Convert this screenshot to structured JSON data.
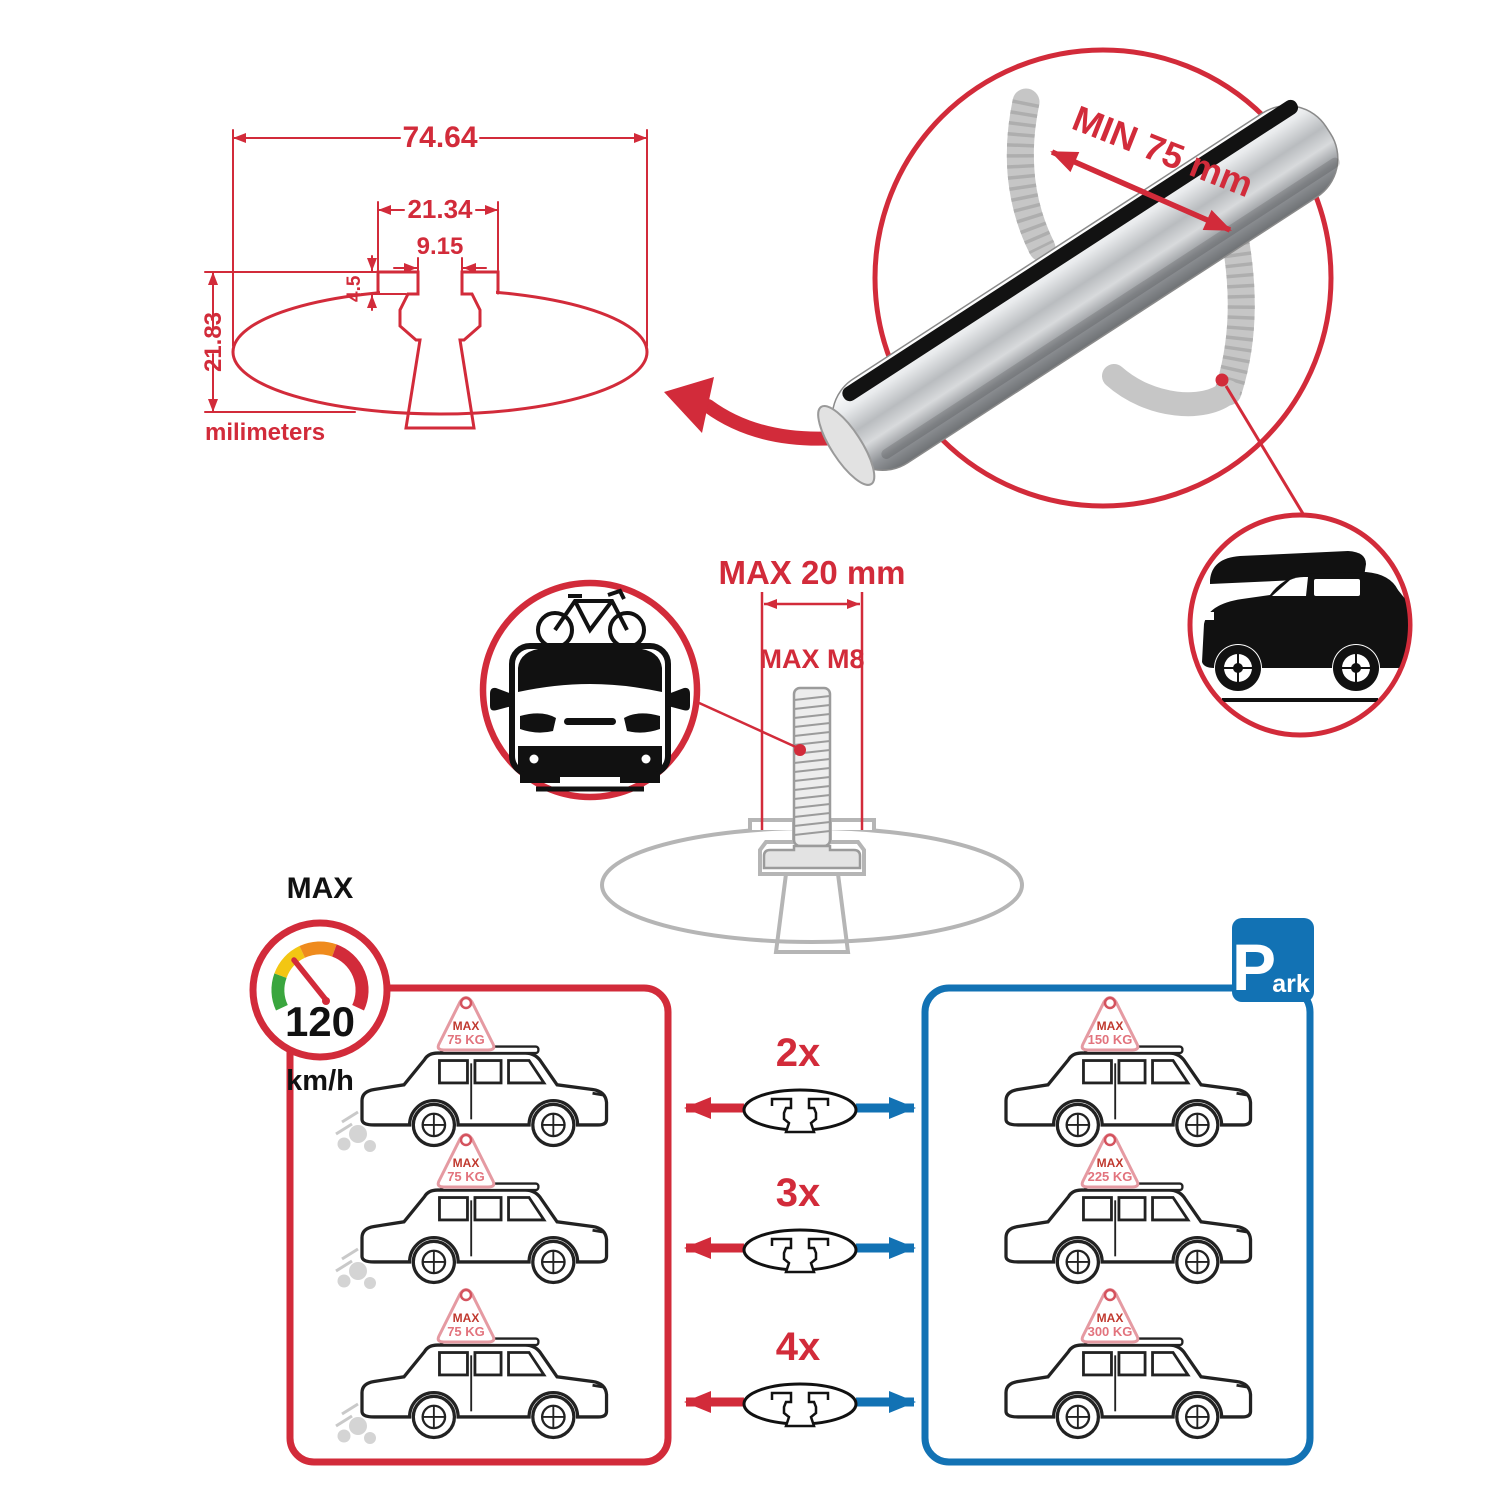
{
  "colors": {
    "red": "#d22b3a",
    "blue": "#1272b4",
    "grey": "#b5b5b5",
    "black": "#1a1a1a"
  },
  "tech_drawing": {
    "dim_total_width": "74.64",
    "dim_channel_width": "21.34",
    "dim_slot_width": "9.15",
    "dim_lip_height": "4.5",
    "dim_total_height": "21.83",
    "units_label": "milimeters"
  },
  "bar_detail": {
    "min_span_label": "MIN 75 mm"
  },
  "bolt_detail": {
    "max_width_label": "MAX 20 mm",
    "max_thread_label": "MAX M8"
  },
  "speedometer": {
    "title": "MAX",
    "value": "120",
    "unit": "km/h"
  },
  "driving_panel": {
    "cars": [
      {
        "sign_title": "MAX",
        "sign_value": "75 KG"
      },
      {
        "sign_title": "MAX",
        "sign_value": "75 KG"
      },
      {
        "sign_title": "MAX",
        "sign_value": "75 KG"
      }
    ]
  },
  "parking_panel": {
    "sign_p": "P",
    "sign_suffix": "ark",
    "cars": [
      {
        "sign_title": "MAX",
        "sign_value": "150 KG"
      },
      {
        "sign_title": "MAX",
        "sign_value": "225 KG"
      },
      {
        "sign_title": "MAX",
        "sign_value": "300 KG"
      }
    ]
  },
  "multipliers": [
    {
      "label": "2x"
    },
    {
      "label": "3x"
    },
    {
      "label": "4x"
    }
  ]
}
